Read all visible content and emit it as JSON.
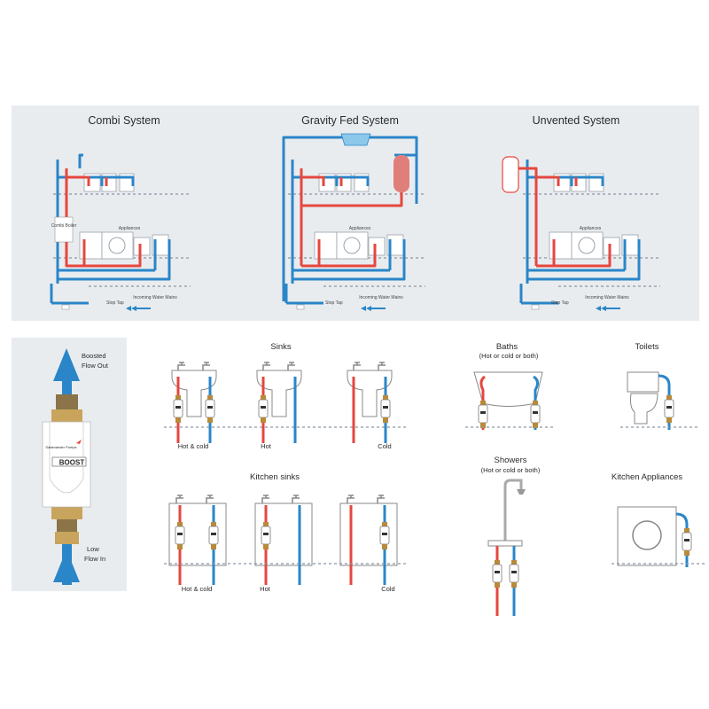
{
  "colors": {
    "hot": "#e5473f",
    "cold": "#2a86c8",
    "panel": "#e9ecef"
  },
  "systems": [
    {
      "title": "Combi System",
      "boiler_label": "Combi Boiler",
      "appliances_label": "Appliances",
      "stop_tap_label": "Stop Tap",
      "mains_label": "Incoming Water Mains"
    },
    {
      "title": "Gravity Fed System",
      "appliances_label": "Appliances",
      "stop_tap_label": "Stop Tap",
      "mains_label": "Incoming Water Mains"
    },
    {
      "title": "Unvented System",
      "appliances_label": "Appliances",
      "stop_tap_label": "Stop Tap",
      "mains_label": "Incoming Water Mains"
    }
  ],
  "unit": {
    "out_label_1": "Boosted",
    "out_label_2": "Flow Out",
    "in_label_1": "Low",
    "in_label_2": "Flow In",
    "brand": "Salamander Pumps",
    "product": "BOOST"
  },
  "sinks": {
    "title": "Sinks",
    "labels": [
      "Hot & cold",
      "Hot",
      "Cold"
    ]
  },
  "kitchen_sinks": {
    "title": "Kitchen sinks",
    "labels": [
      "Hot & cold",
      "Hot",
      "Cold"
    ]
  },
  "baths": {
    "title": "Baths",
    "subtitle": "(Hot or cold or both)"
  },
  "toilets": {
    "title": "Toilets"
  },
  "showers": {
    "title": "Showers",
    "subtitle": "(Hot or cold or both)"
  },
  "kitchen_appliances": {
    "title": "Kitchen Appliances"
  }
}
